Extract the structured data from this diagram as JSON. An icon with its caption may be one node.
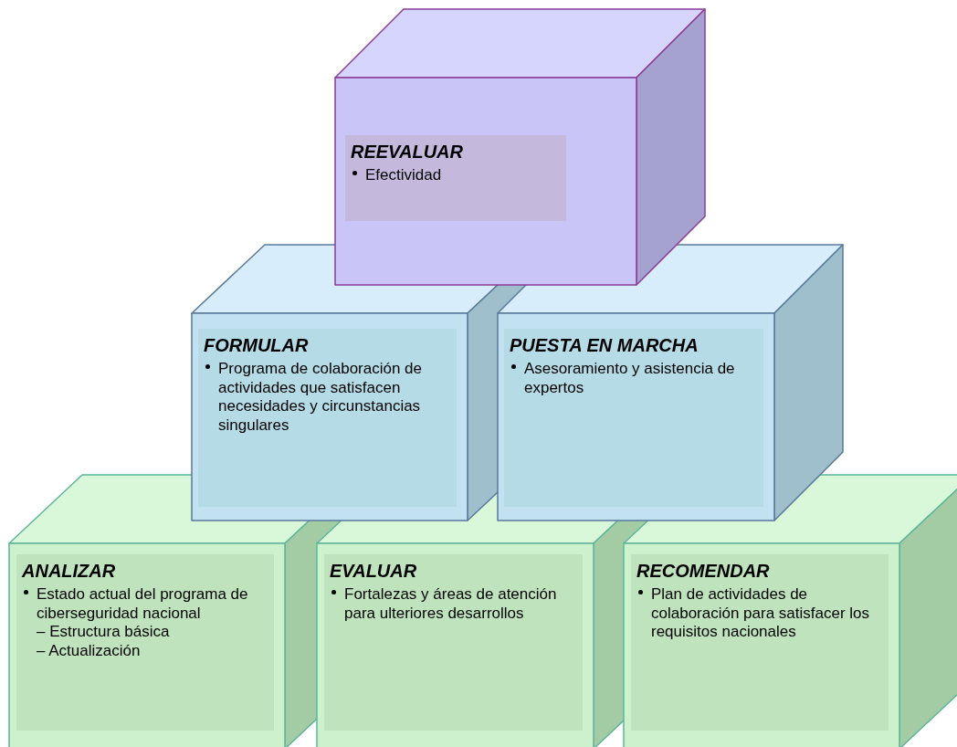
{
  "diagram": {
    "nodes": [
      {
        "text": [
          "REEVALUAR",
          "Efectividad"
        ]
      },
      {
        "text": [
          "FORMULAR",
          "Programa de colaboración de actividades que satisfacen necesidades y circunstancias singulares"
        ]
      },
      {
        "text": [
          "PUESTA EN MARCHA",
          "Asesoramiento y asistencia de expertos"
        ]
      },
      {
        "text": [
          "ANALIZAR",
          "Estado actual del programa de ciberseguridad nacional",
          "– Estructura básica",
          "– Actualización"
        ]
      },
      {
        "text": [
          "EVALUAR",
          "Fortalezas y áreas de atención para ulteriores desarrollos"
        ]
      },
      {
        "text": [
          "RECOMENDAR",
          "Plan de actividades de colaboración para satisfacer los requisitos nacionales"
        ]
      }
    ]
  }
}
